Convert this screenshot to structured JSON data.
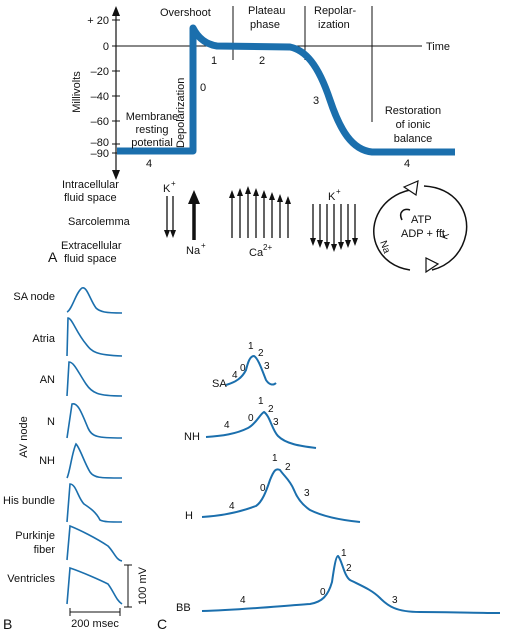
{
  "panel_a": {
    "letter": "A",
    "ylabel": "Millivolts",
    "yticks": [
      "+ 20",
      "0",
      "–20",
      "–40",
      "–60",
      "–80",
      "–90"
    ],
    "xlabel": "Time",
    "phase_headers": [
      "Overshoot",
      "Plateau",
      "phase",
      "Repolar-",
      "ization"
    ],
    "phase_numbers": [
      "0",
      "1",
      "2",
      "3",
      "4",
      "4"
    ],
    "annotations": {
      "resting_1": "Membrane",
      "resting_2": "resting",
      "resting_3": "potential",
      "depolarization": "Depolarization",
      "restoration_1": "Restoration",
      "restoration_2": "of ionic",
      "restoration_3": "balance"
    },
    "membrane": {
      "intracellular_1": "Intracellular",
      "intracellular_2": "fluid space",
      "sarcolemma": "Sarcolemma",
      "extracellular_1": "Extracellular",
      "extracellular_2": "fluid space"
    },
    "ions": {
      "k_sup": "K",
      "na": "Na",
      "ca": "Ca",
      "k2": "K",
      "pump_atp": "ATP",
      "pump_adp": "ADP + fft",
      "pump_na": "Na",
      "pump_k": "K"
    },
    "curve_color": "#1b6fad"
  },
  "panel_b": {
    "letter": "B",
    "group_label": "AV node",
    "rows": [
      "SA node",
      "Atria",
      "AN",
      "N",
      "NH",
      "His bundle",
      "Purkinje",
      "fiber",
      "Ventricles"
    ],
    "time_scale": "200 msec",
    "voltage_scale": "100 mV",
    "curve_color": "#1b6fad"
  },
  "panel_c": {
    "letter": "C",
    "traces": [
      {
        "name": "SA",
        "phases": [
          "4",
          "0",
          "1",
          "2",
          "3"
        ]
      },
      {
        "name": "NH",
        "phases": [
          "4",
          "0",
          "1",
          "2",
          "3"
        ]
      },
      {
        "name": "H",
        "phases": [
          "4",
          "0",
          "1",
          "2",
          "3"
        ]
      },
      {
        "name": "BB",
        "phases": [
          "4",
          "0",
          "1",
          "2",
          "3"
        ]
      }
    ],
    "curve_color": "#1b6fad"
  }
}
